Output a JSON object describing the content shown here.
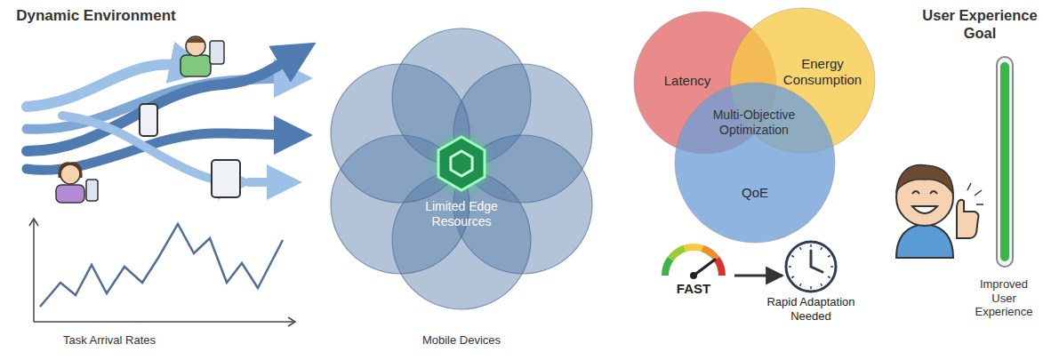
{
  "diagram": {
    "nodes": [
      {
        "text": [
          "Latency"
        ]
      },
      {
        "text": [
          "Energy Consumption"
        ]
      },
      {
        "text": [
          "QoE"
        ]
      },
      {
        "text": [
          "Limited Edge Resources"
        ]
      },
      {
        "text": [
          "FAST"
        ]
      },
      {
        "text": [
          "Rapid Adaptation Needed"
        ]
      }
    ],
    "edges": [
      {
        "from": 4,
        "to": 5,
        "arrow": "to"
      }
    ],
    "labels": [
      "Dynamic Environment",
      "Task Arrival Rates",
      "Mobile Devices",
      "Multi-Objective Optimization",
      "User Experience Goal",
      "Improved User Experience"
    ]
  }
}
